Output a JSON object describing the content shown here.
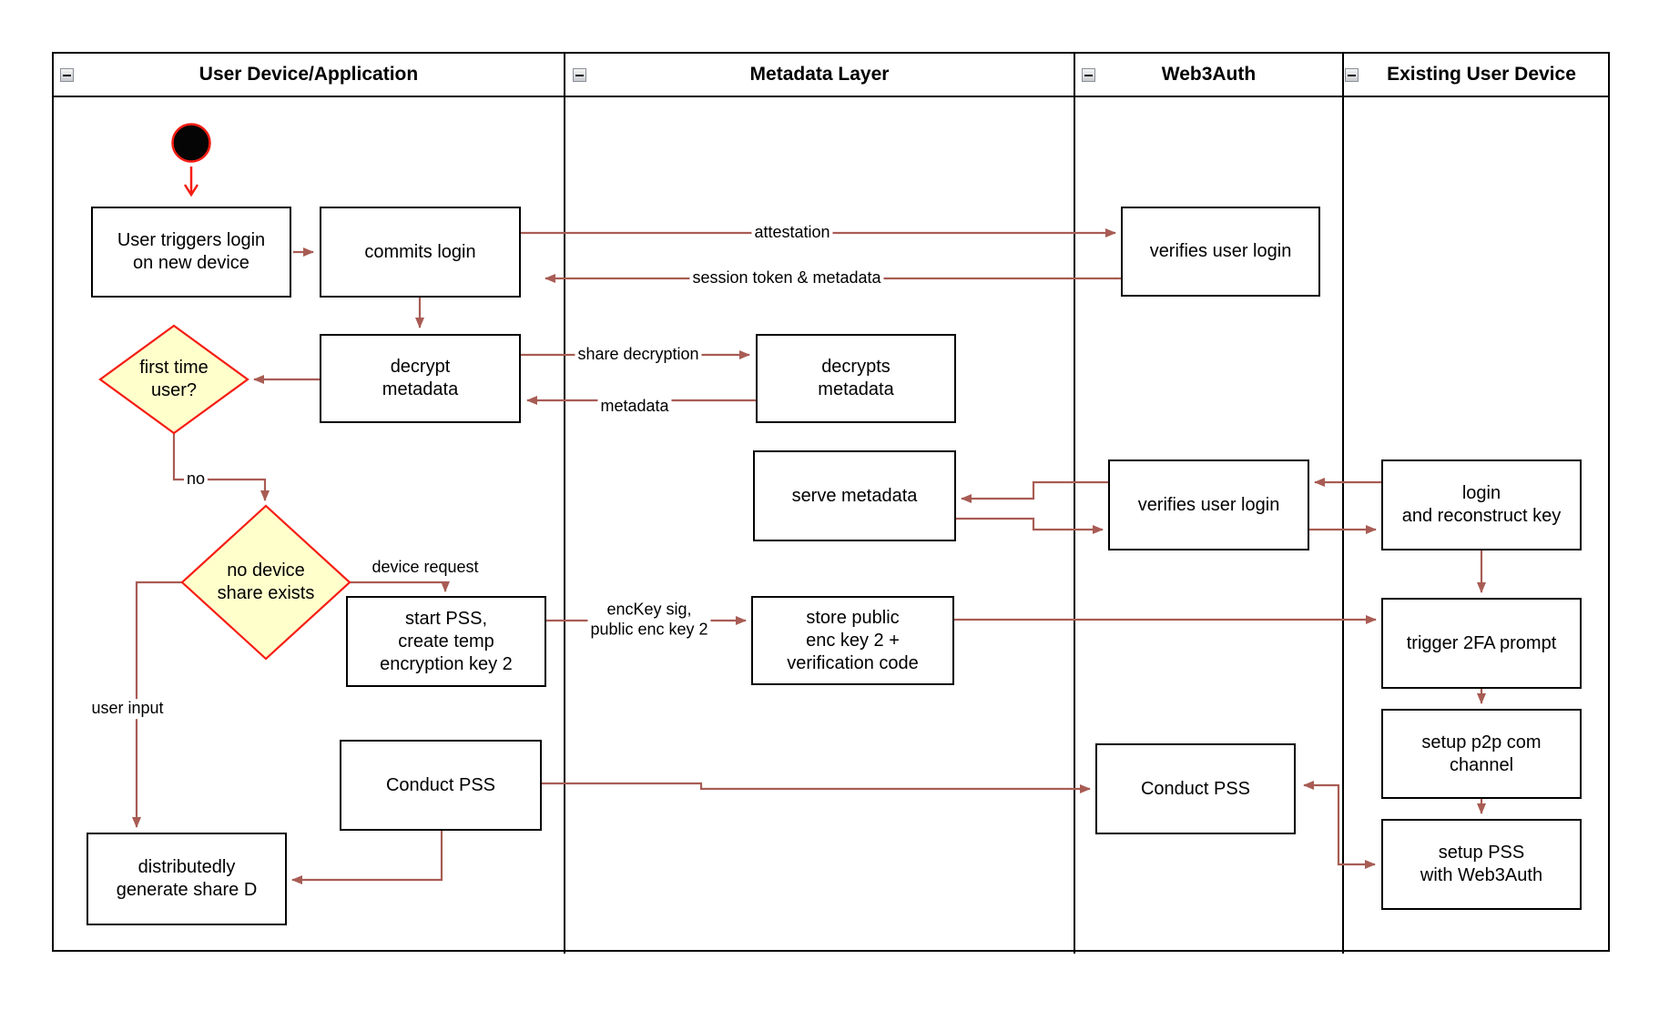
{
  "diagram": {
    "lanes": [
      {
        "label": "User Device/Application"
      },
      {
        "label": "Metadata Layer"
      },
      {
        "label": "Web3Auth"
      },
      {
        "label": "Existing User Device"
      }
    ],
    "nodes": {
      "user_triggers": "User triggers login\non new device",
      "commits_login": "commits login",
      "decrypt_metadata": "decrypt\nmetadata",
      "first_time_user": "first time\nuser?",
      "no_device_share": "no device\nshare exists",
      "start_pss": "start PSS,\ncreate temp\nencryption key 2",
      "conduct_pss_device": "Conduct PSS",
      "distributedly_generate": "distributedly\ngenerate share D",
      "decrypts_metadata": "decrypts\nmetadata",
      "serve_metadata": "serve metadata",
      "store_public": "store public\nenc key 2 +\nverification code",
      "verifies_user_login_1": "verifies user login",
      "verifies_user_login_2": "verifies user login",
      "conduct_pss_web3auth": "Conduct PSS",
      "login_reconstruct": "login\nand reconstruct key",
      "trigger_2fa": "trigger 2FA prompt",
      "setup_p2p": "setup p2p com\nchannel",
      "setup_pss": "setup PSS\nwith Web3Auth"
    },
    "edge_labels": {
      "attestation": "attestation",
      "session_token": "session token & metadata",
      "share_decryption": "share decryption",
      "metadata": "metadata",
      "no": "no",
      "device_request": "device request",
      "user_input": "user input",
      "enckey": "encKey sig,\npublic enc key 2"
    },
    "colors": {
      "arrow": "#a85c54",
      "start_red": "#f51d14",
      "diamond_fill": "#ffffcc",
      "diamond_stroke": "#f51d14"
    }
  }
}
